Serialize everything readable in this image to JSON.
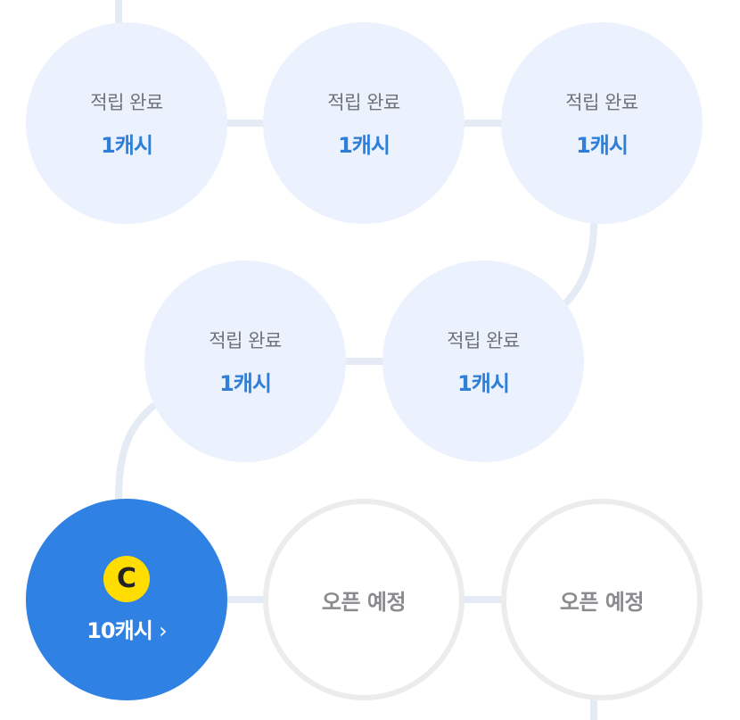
{
  "steps": {
    "completed_label": "적립 완료",
    "completed_amount": "1캐시",
    "current_amount": "10캐시",
    "current_arrow": "›",
    "coin_letter": "C",
    "upcoming_label": "오픈 예정"
  },
  "colors": {
    "accent": "#2f82e4",
    "completed_bg": "#ebf2fd",
    "coin": "#ffdd00",
    "connector": "#e4ebf4"
  }
}
